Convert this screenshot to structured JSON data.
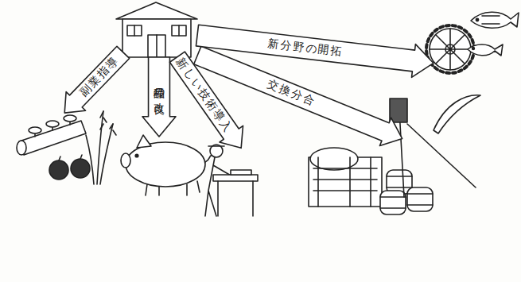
{
  "diagram": {
    "nodes": [
      {
        "text": [
          "副業指導"
        ]
      },
      {
        "text": [
          "品種の改良"
        ]
      },
      {
        "text": [
          "新しい技術導入"
        ]
      },
      {
        "text": [
          "交換分合"
        ]
      },
      {
        "text": [
          "新分野の開拓"
        ]
      }
    ]
  }
}
